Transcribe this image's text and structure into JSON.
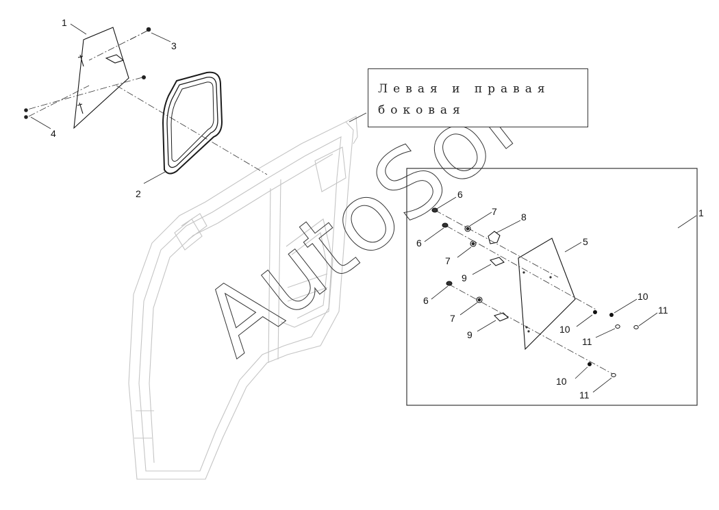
{
  "caption": {
    "line1": "Левая и правая",
    "line2": "боковая"
  },
  "watermark": "AutoSoft",
  "callouts": [
    "1",
    "2",
    "3",
    "4",
    "1",
    "5",
    "6",
    "6",
    "6",
    "7",
    "7",
    "7",
    "8",
    "9",
    "9",
    "10",
    "10",
    "10",
    "11",
    "11",
    "11"
  ]
}
